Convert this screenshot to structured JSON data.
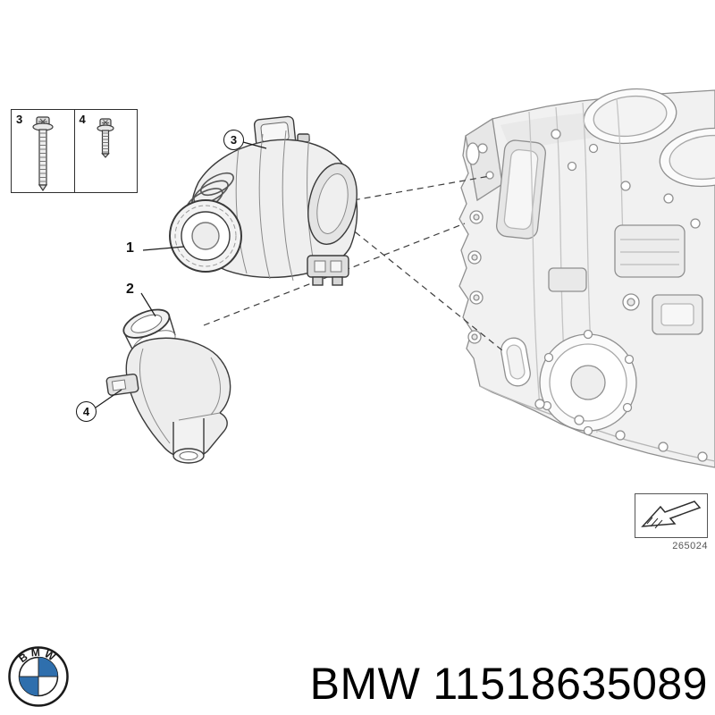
{
  "colors": {
    "bmw_blue": "#2f6fad",
    "drawing_line": "#3a3a3a",
    "engine_block_line": "#8f8f8f"
  },
  "legend": {
    "items": [
      {
        "label": "3",
        "icon": "long-flange-bolt-icon"
      },
      {
        "label": "4",
        "icon": "short-flange-bolt-icon"
      }
    ]
  },
  "callouts": {
    "pump": {
      "label": "1"
    },
    "thermostat": {
      "label": "2"
    },
    "pump_bolt": {
      "label": "3"
    },
    "sensor_bolt": {
      "label": "4"
    }
  },
  "diagram": {
    "number": "265024"
  },
  "footer": {
    "logo_text": "BMW",
    "brand": "BMW",
    "part_number": "11518635089"
  }
}
